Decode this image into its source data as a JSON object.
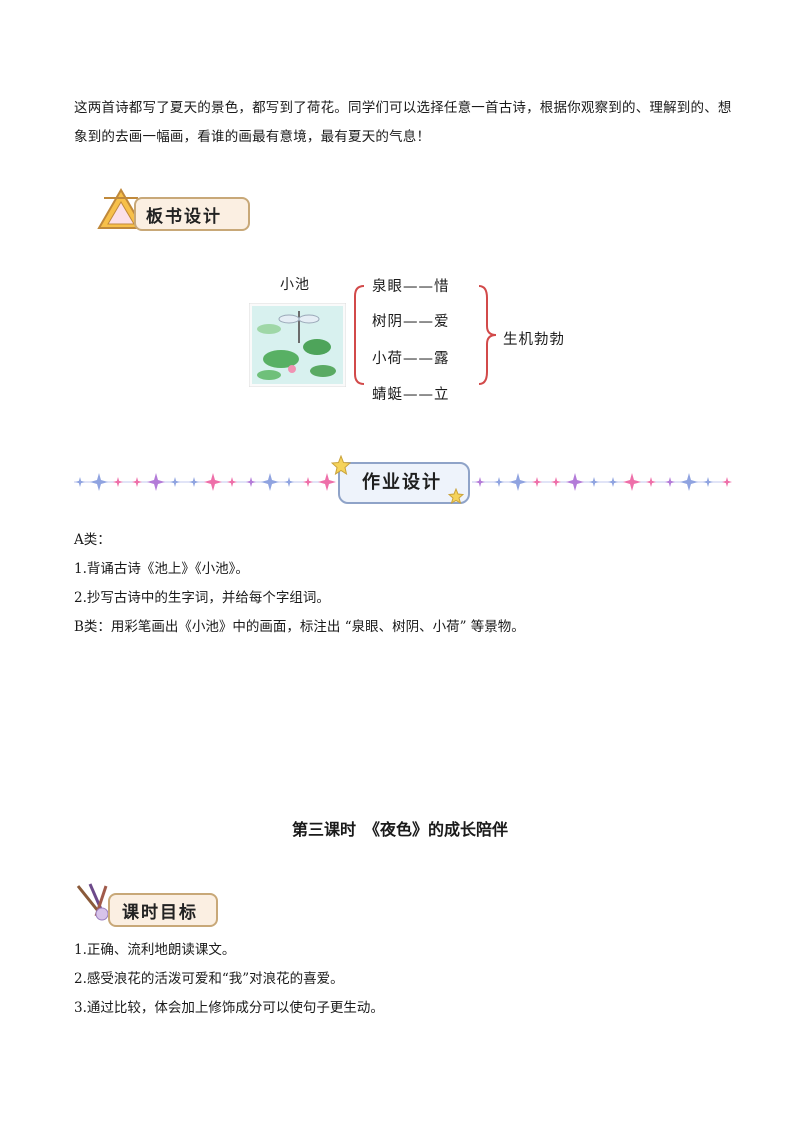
{
  "intro": {
    "text": "这两首诗都写了夏天的景色，都写到了荷花。同学们可以选择任意一首古诗，根据你观察到的、理解到的、想象到的去画一幅画，看谁的画最有意境，最有夏天的气息！"
  },
  "board_design": {
    "banner_label": "板书设计",
    "title": "小池",
    "rows": [
      {
        "left": "泉眼",
        "dash": "——",
        "right": "惜"
      },
      {
        "left": "树阴",
        "dash": "——",
        "right": "爱"
      },
      {
        "left": "小荷",
        "dash": "——",
        "right": "露"
      },
      {
        "left": "蜻蜓",
        "dash": "——",
        "right": "立"
      }
    ],
    "summary": "生机勃勃"
  },
  "homework": {
    "banner_label": "作业设计",
    "lines": [
      "A类：",
      "1.背诵古诗《池上》《小池》。",
      "2.抄写古诗中的生字词，并给每个字组词。",
      "B类：用彩笔画出《小池》中的画面，标注出 “泉眼、树阴、小荷” 等景物。"
    ]
  },
  "lesson3": {
    "title": "第三课时　《夜色》的成长陪伴",
    "goals_banner_label": "课时目标",
    "goals": [
      "1.正确、流利地朗读课文。",
      "2.感受浪花的活泼可爱和“我”对浪花的喜爱。",
      "3.通过比较，体会加上修饰成分可以使句子更生动。"
    ]
  },
  "colors": {
    "bracket": "#d24a4a",
    "banner_border": "#c8a878",
    "banner_fill": "#fbefe2",
    "sparkle_blue": "#8fa3e0",
    "sparkle_pink": "#ee6fa9",
    "sparkle_purple": "#b37bd8"
  }
}
